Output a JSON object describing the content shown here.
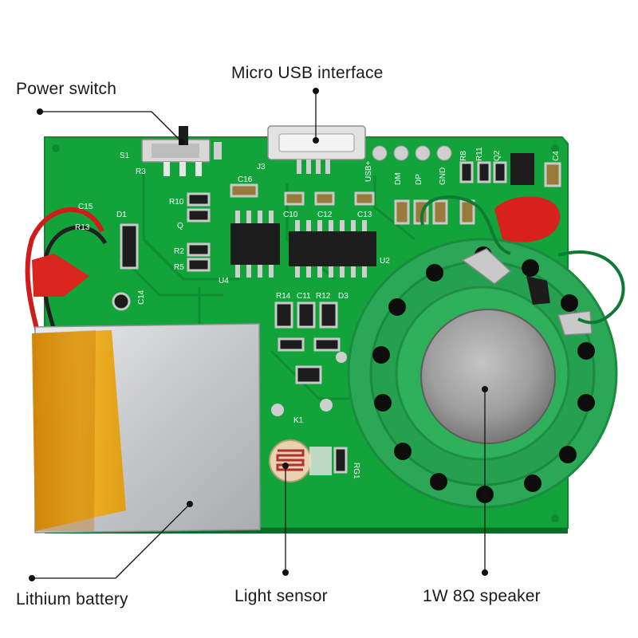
{
  "callouts": {
    "power_switch": "Power switch",
    "micro_usb": "Micro USB interface",
    "lithium_battery": "Lithium battery",
    "light_sensor": "Light sensor",
    "speaker": "1W 8Ω speaker"
  },
  "silkscreen": {
    "s1": "S1",
    "r3": "R3",
    "c16": "C16",
    "j3": "J3",
    "usb_plus": "USB+",
    "dm": "DM",
    "dp": "DP",
    "gnd": "GND",
    "r8": "R8",
    "r11": "R11",
    "q2": "Q2",
    "c4": "C4",
    "c15": "C15",
    "d1": "D1",
    "r13": "R13",
    "r10": "R10",
    "q": "Q",
    "r2": "R2",
    "r5": "R5",
    "c10": "C10",
    "c12": "C12",
    "c13": "C13",
    "u4": "U4",
    "u2": "U2",
    "c14": "C14",
    "r14": "R14",
    "c11": "C11",
    "r12": "R12",
    "d3": "D3",
    "k1": "K1",
    "rg1": "RG1"
  },
  "colors": {
    "pcb": "#14a33a",
    "pcb_dark": "#0d7f2b",
    "copper": "#c9c9c9",
    "speaker_green": "#27a852",
    "battery_silver": "#cfd2d4",
    "kapton": "#e8a000",
    "leader": "#111111"
  },
  "icons": {
    "leader_dot": "leader-dot"
  }
}
